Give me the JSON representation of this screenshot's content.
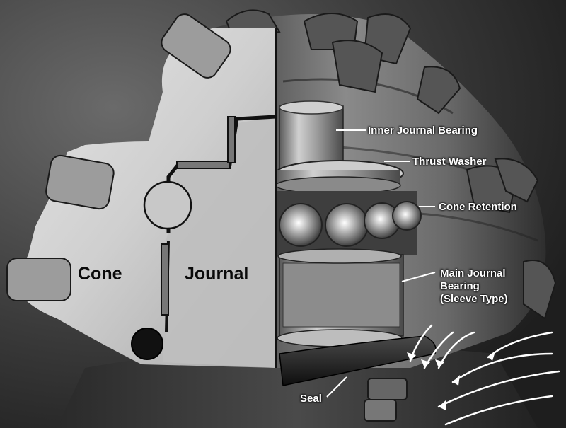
{
  "labels": {
    "cone": "Cone",
    "journal": "Journal",
    "inner_journal_bearing": "Inner Journal Bearing",
    "thrust_washer": "Thrust Washer",
    "cone_retention": "Cone Retention",
    "main_journal_bearing": "Main Journal\nBearing\n(Sleeve Type)",
    "seal": "Seal"
  },
  "colors": {
    "label_text": "#ffffff",
    "section_text": "#0a0a0a",
    "cut_face": "#d6d6d6",
    "background": "#2a2a2a"
  }
}
